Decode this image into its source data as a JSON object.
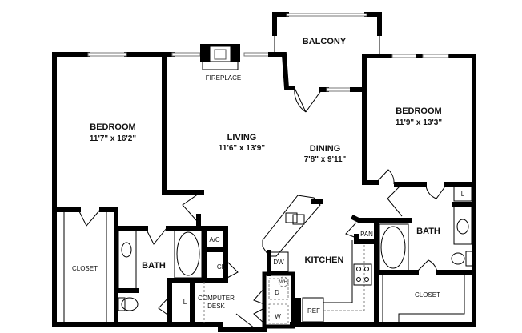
{
  "rooms": {
    "balcony": {
      "name": "BALCONY"
    },
    "fireplace": {
      "name": "FIREPLACE"
    },
    "bedroom_left": {
      "name": "BEDROOM",
      "size": "11'7\" x 16'2\""
    },
    "living": {
      "name": "LIVING",
      "size": "11'6\" x 13'9\""
    },
    "dining": {
      "name": "DINING",
      "size": "7'8\" x 9'11\""
    },
    "bedroom_right": {
      "name": "BEDROOM",
      "size": "11'9\" x 13'3\""
    },
    "closet_left": {
      "name": "CLOSET"
    },
    "bath_left": {
      "name": "BATH"
    },
    "ac": {
      "name": "A/C"
    },
    "cl": {
      "name": "CL"
    },
    "linen_left": {
      "name": "L"
    },
    "computer_desk": {
      "name": "COMPUTER DESK",
      "line1": "COMPUTER",
      "line2": "DESK"
    },
    "kitchen": {
      "name": "KITCHEN"
    },
    "dw": {
      "name": "DW"
    },
    "wh": {
      "name": "WH"
    },
    "dryer": {
      "name": "D"
    },
    "washer": {
      "name": "W"
    },
    "ref": {
      "name": "REF"
    },
    "pantry": {
      "name": "PAN"
    },
    "bath_right": {
      "name": "BATH"
    },
    "linen_right": {
      "name": "L"
    },
    "closet_right": {
      "name": "CLOSET"
    }
  }
}
